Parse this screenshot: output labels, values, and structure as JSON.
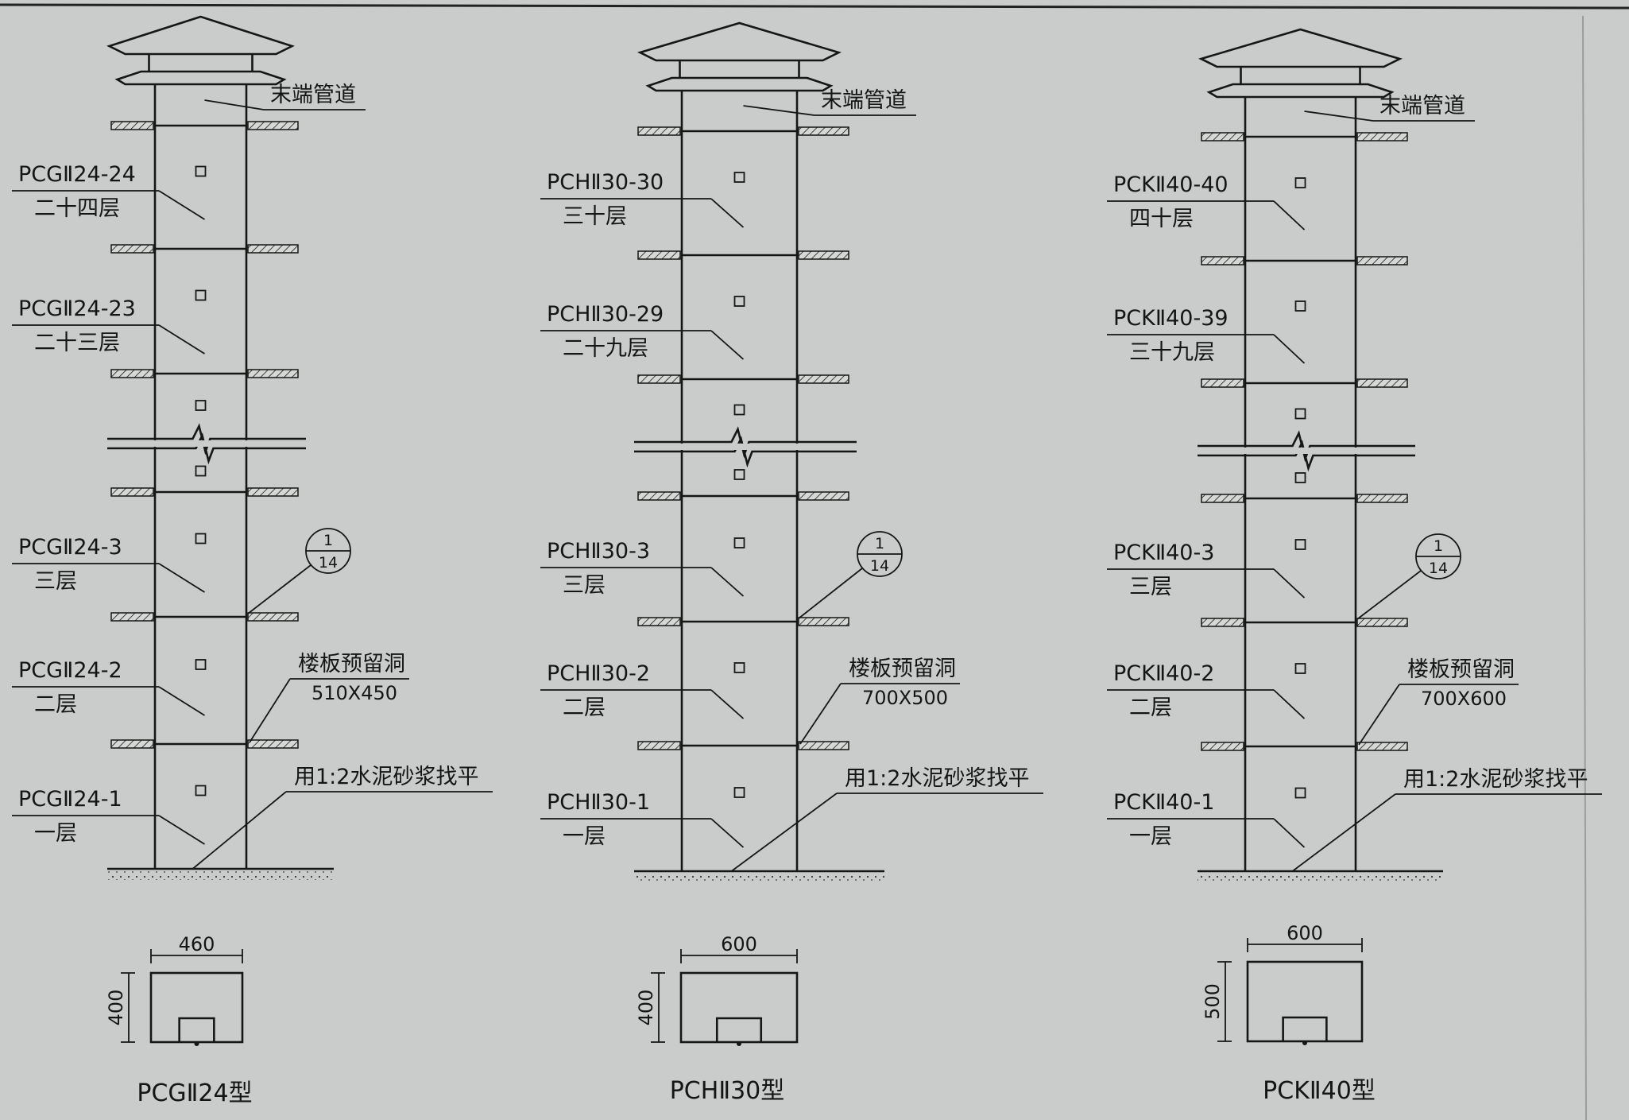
{
  "diagram": {
    "colors": {
      "background": "#c9ccca",
      "ink": "#161616"
    },
    "models": [
      {
        "id": "pcg",
        "title": "PCGⅡ24型",
        "top_label": "末端管道",
        "floors": [
          {
            "code": "PCGⅡ24-24",
            "floor": "二十四层"
          },
          {
            "code": "PCGⅡ24-23",
            "floor": "二十三层"
          },
          {
            "code": "PCGⅡ24-3",
            "floor": "三层"
          },
          {
            "code": "PCGⅡ24-2",
            "floor": "二层"
          },
          {
            "code": "PCGⅡ24-1",
            "floor": "一层"
          }
        ],
        "detail_ref": {
          "top": "1",
          "bottom": "14"
        },
        "opening_label": "楼板预留洞",
        "opening_size": "510X450",
        "mortar_label": "用1:2水泥砂浆找平",
        "section": {
          "width": "460",
          "height": "400"
        }
      },
      {
        "id": "pch",
        "title": "PCHⅡ30型",
        "top_label": "末端管道",
        "floors": [
          {
            "code": "PCHⅡ30-30",
            "floor": "三十层"
          },
          {
            "code": "PCHⅡ30-29",
            "floor": "二十九层"
          },
          {
            "code": "PCHⅡ30-3",
            "floor": "三层"
          },
          {
            "code": "PCHⅡ30-2",
            "floor": "二层"
          },
          {
            "code": "PCHⅡ30-1",
            "floor": "一层"
          }
        ],
        "detail_ref": {
          "top": "1",
          "bottom": "14"
        },
        "opening_label": "楼板预留洞",
        "opening_size": "700X500",
        "mortar_label": "用1:2水泥砂浆找平",
        "section": {
          "width": "600",
          "height": "400"
        }
      },
      {
        "id": "pck",
        "title": "PCKⅡ40型",
        "top_label": "末端管道",
        "floors": [
          {
            "code": "PCKⅡ40-40",
            "floor": "四十层"
          },
          {
            "code": "PCKⅡ40-39",
            "floor": "三十九层"
          },
          {
            "code": "PCKⅡ40-3",
            "floor": "三层"
          },
          {
            "code": "PCKⅡ40-2",
            "floor": "二层"
          },
          {
            "code": "PCKⅡ40-1",
            "floor": "一层"
          }
        ],
        "detail_ref": {
          "top": "1",
          "bottom": "14"
        },
        "opening_label": "楼板预留洞",
        "opening_size": "700X600",
        "mortar_label": "用1:2水泥砂浆找平",
        "section": {
          "width": "600",
          "height": "500"
        }
      }
    ]
  }
}
